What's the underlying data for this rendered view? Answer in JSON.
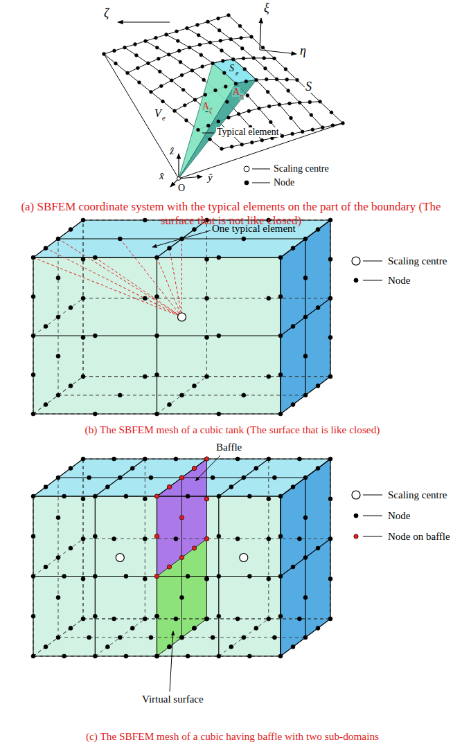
{
  "diagram": {
    "labels": [
      "ζ",
      "ξ",
      "η",
      "S",
      "S",
      "e",
      "A",
      "ζ",
      "A",
      "η",
      "V",
      "e",
      "Typical element",
      "ẑ",
      "x̂",
      "ŷ",
      "O",
      "(a) SBFEM coordinate system with the typical elements on the part of the boundary (The surface that is not like closed)",
      "One typical element",
      "(b) The SBFEM mesh of a cubic tank (The surface that is like closed)",
      "Baffle",
      "Virtual surface",
      "(c) The SBFEM mesh of a cubic having baffle with two sub-domains"
    ],
    "legend": [
      {
        "text": "Scaling centre"
      },
      {
        "text": "Node"
      },
      {
        "text": "Scaling centre"
      },
      {
        "text": "Node"
      },
      {
        "text": "Scaling centre"
      },
      {
        "text": "Node"
      },
      {
        "text": "Node on baffle"
      }
    ]
  }
}
